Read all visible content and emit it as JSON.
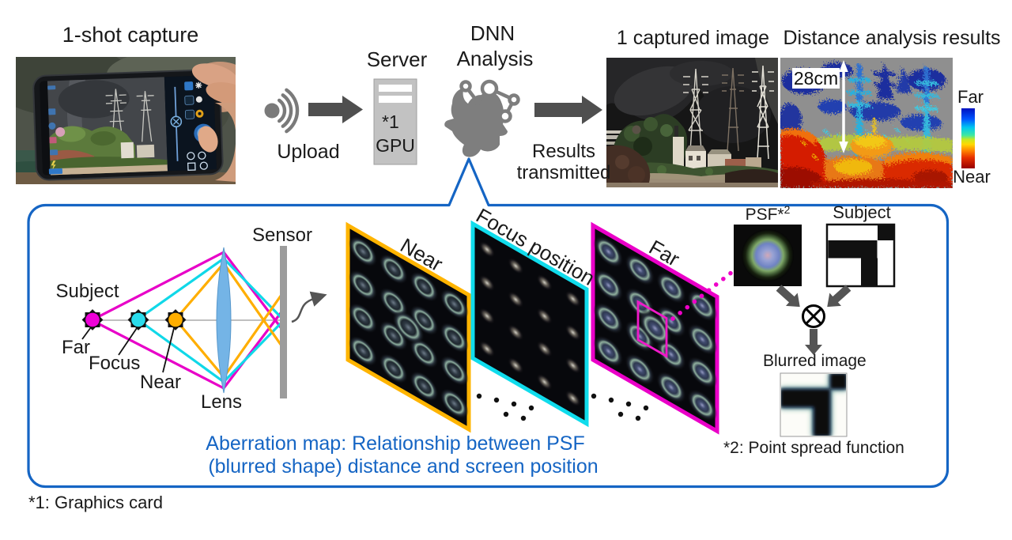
{
  "top": {
    "capture_title": "1-shot capture",
    "upload_label": "Upload",
    "server_label": "Server",
    "server_note": "*1",
    "server_gpu": "GPU",
    "dnn_line1": "DNN",
    "dnn_line2": "Analysis",
    "results_line1": "Results",
    "results_line2": "transmitted",
    "captured_title": "1 captured image",
    "distance_title": "Distance analysis results",
    "depth_label": "28cm",
    "scale_far": "Far",
    "scale_near": "Near"
  },
  "box": {
    "sensor_label": "Sensor",
    "subject_label": "Subject",
    "far_label": "Far",
    "focus_label": "Focus",
    "near_label": "Near",
    "lens_label": "Lens",
    "panel_near": "Near",
    "panel_focus": "Focus position",
    "panel_far": "Far",
    "psf_label_base": "PSF*",
    "psf_sup": "2",
    "subject_img_label": "Subject",
    "blurred_label": "Blurred image",
    "psf_footnote": "*2: Point spread function",
    "caption_line1": "Aberration map: Relationship between PSF",
    "caption_line2": "(blurred shape) distance and screen position"
  },
  "footnote_gpu": "*1: Graphics card",
  "colors": {
    "accent_blue": "#1565C4",
    "near_orange": "#FFB400",
    "focus_cyan": "#10DCEC",
    "far_magenta": "#EA00C8",
    "arrow_gray": "#4F4F4F",
    "depth_far_blue": "#0010C0",
    "depth_near_red": "#CC0000"
  }
}
